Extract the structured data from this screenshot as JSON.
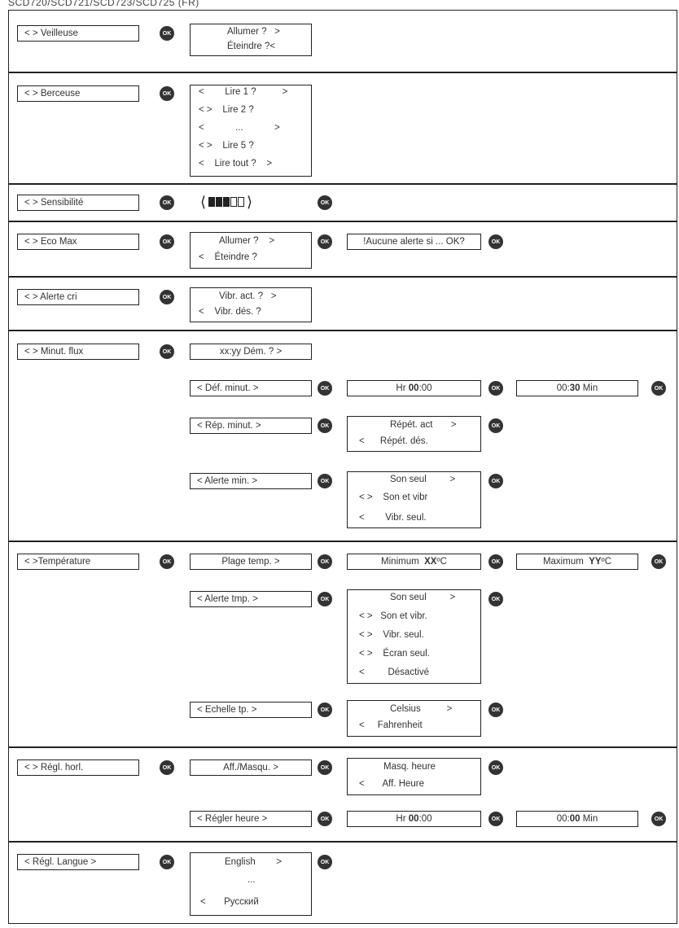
{
  "header": "SCD720/SCD721/SCD723/SCD725 (FR)",
  "ok_label": "OK",
  "sections": {
    "veilleuse": {
      "label": "< >  Veilleuse",
      "opt1": "Allumer ?   >",
      "opt2": "Éteindre ?<"
    },
    "berceuse": {
      "label": "< > Berceuse",
      "lines": [
        "<        Lire 1 ?          >",
        "< >    Lire 2 ?",
        "<            ...            >",
        "< >    Lire 5 ?",
        "<    Lire tout ?    >"
      ]
    },
    "sensibilite": {
      "label": "< > Sensibilité",
      "level_filled": 3,
      "level_total": 5
    },
    "ecomax": {
      "label": "< >   Eco Max",
      "opt1": "Allumer ?    >",
      "opt2": "<    Éteindre ?",
      "alert": "!Aucune alerte si ... OK?"
    },
    "alertecri": {
      "label": "< >   Alerte cri",
      "opt1": "Vibr. act. ?   >",
      "opt2": "<    Vibr. dés. ?"
    },
    "minut": {
      "label": "< > Minut. flux",
      "top": "xx:yy Dém. ?   >",
      "def": "<     Déf. minut.    >",
      "hr_prefix": "Hr ",
      "hr_value": "00",
      "hr_suffix": ":00",
      "min_prefix": "00:",
      "min_value": "30",
      "min_suffix": " Min",
      "rep": "<    Rép. minut.    >",
      "rep1": "Répét. act       >",
      "rep2": "<      Répét. dés.",
      "alert": "<    Alerte min.    >",
      "al1": "Son seul         >",
      "al2": "< >    Son et vibr",
      "al3": "<        Vibr. seul."
    },
    "temperature": {
      "label": "< >Température",
      "plage": "Plage temp.    >",
      "min_prefix": "Minimum  ",
      "min_value": "XX",
      "min_suffix": "ºC",
      "max_prefix": "Maximum  ",
      "max_value": "YY",
      "max_suffix": "ºC",
      "alert": "<    Alerte tmp.    >",
      "al1": "Son seul         >",
      "al2": "< >   Son et vibr.",
      "al3": "< >    Vibr. seul.",
      "al4": "< >    Écran seul.",
      "al5": "<         Désactivé",
      "echelle": "<     Echelle tp.    >",
      "ec1": "Celsius          >",
      "ec2": "<     Fahrenheit"
    },
    "horloge": {
      "label": "< > Régl. horl.",
      "aff": "Aff./Masqu.    >",
      "aff1": "Masq. heure",
      "aff2": "<       Aff. Heure",
      "regler": "<    Régler heure   >",
      "hr_prefix": "Hr ",
      "hr_value": "00",
      "hr_suffix": ":00",
      "min_prefix": "00:",
      "min_value": "00",
      "min_suffix": " Min"
    },
    "langue": {
      "label": "<  Régl. Langue  >",
      "l1": "English        >",
      "l2": "...",
      "l3": "<       Русский"
    }
  }
}
